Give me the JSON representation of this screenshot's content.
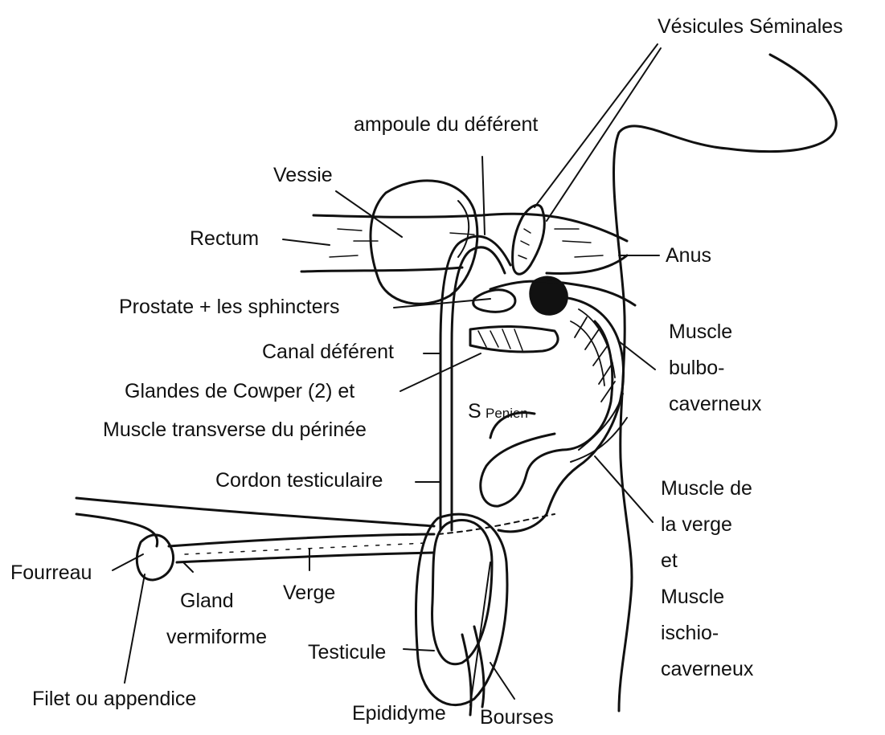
{
  "labels": {
    "vesicules_seminales": "Vésicules Séminales",
    "ampoule_deferent": "ampoule du déférent",
    "vessie": "Vessie",
    "rectum": "Rectum",
    "anus": "Anus",
    "prostate": "Prostate + les sphincters",
    "muscle_bulbo_1": "Muscle",
    "muscle_bulbo_2": "bulbo-",
    "muscle_bulbo_3": "caverneux",
    "canal_deferent": "Canal déférent",
    "glandes_cowper_1": "Glandes de Cowper (2) et",
    "glandes_cowper_2": "Muscle transverse du périnée",
    "s_penien_s": "S",
    "s_penien_word": "Penien",
    "cordon": "Cordon testiculaire",
    "muscle_verge_1": "Muscle de",
    "muscle_verge_2": "la verge",
    "muscle_verge_3": "et",
    "muscle_verge_4": "Muscle",
    "muscle_verge_5": "ischio-",
    "muscle_verge_6": "caverneux",
    "fourreau": "Fourreau",
    "gland_1": "Gland",
    "gland_2": "vermiforme",
    "verge": "Verge",
    "testicule": "Testicule",
    "filet": "Filet ou appendice",
    "epididyme": "Epididyme",
    "bourses": "Bourses"
  },
  "colors": {
    "ink": "#111111",
    "paper": "#ffffff"
  }
}
